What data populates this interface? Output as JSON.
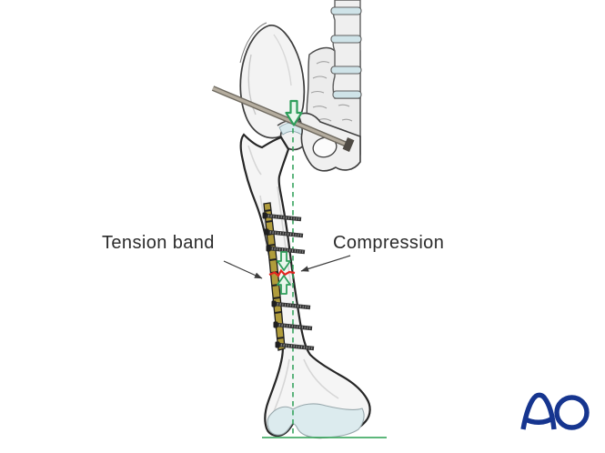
{
  "illustration": {
    "description": "Femoral shaft fracture fixed with a lateral plate acting as a tension band; axial load across the hip produces compression at the fracture site",
    "labels": {
      "tension_band": "Tension band",
      "compression": "Compression"
    },
    "icons": [
      "axial-load-arrow-down-icon",
      "compression-arrow-down-icon",
      "compression-arrow-up-icon",
      "leader-arrow-icon"
    ],
    "colors": {
      "accent_green": "#36a35e",
      "fracture_red": "#e2251f",
      "plate_olive": "#b09c3c",
      "screw_gray": "#303030",
      "bone_outline": "#2a2a2a",
      "bone_fill": "#f4f4f4",
      "cartilage_blue": "#d9e9ed",
      "label_text": "#2b2b2b",
      "rod_gray": "#a89f90"
    }
  },
  "logo": {
    "text": "AO",
    "color": "#16358f"
  }
}
